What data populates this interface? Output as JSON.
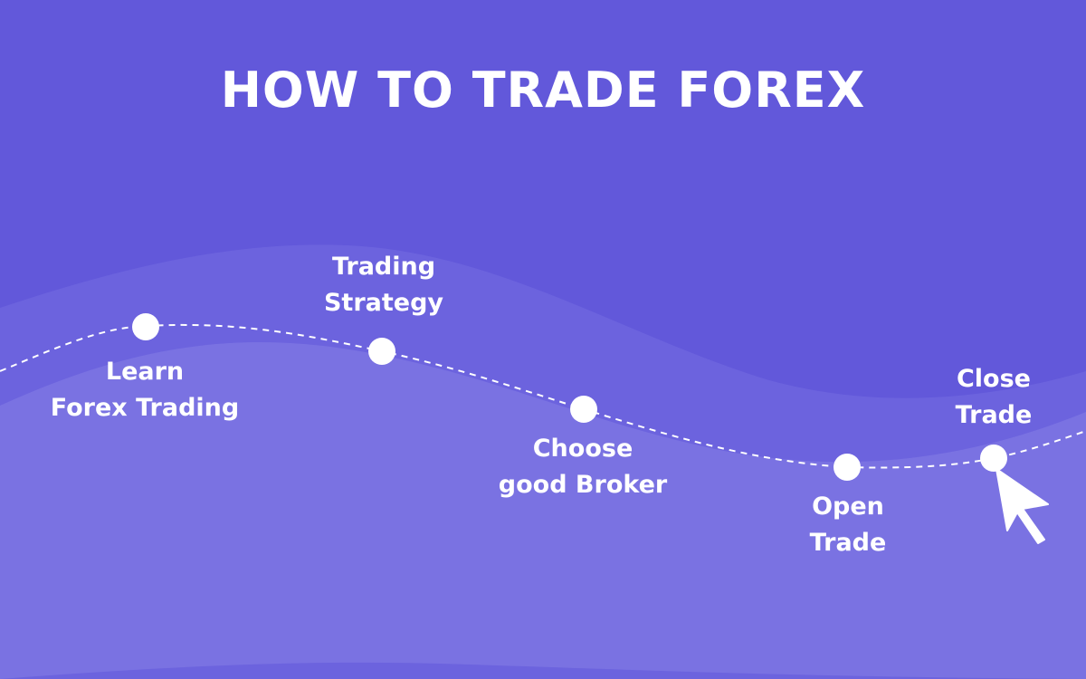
{
  "title": "HOW TO TRADE FOREX",
  "colors": {
    "background": "#6258DA",
    "wave_back": "#6C63DE",
    "wave_front": "#7A72E2",
    "foreground": "#FFFFFF"
  },
  "steps": [
    {
      "line1": "Learn",
      "line2": "Forex Trading"
    },
    {
      "line1": "Trading",
      "line2": "Strategy"
    },
    {
      "line1": "Choose",
      "line2": "good Broker"
    },
    {
      "line1": "Open",
      "line2": "Trade"
    },
    {
      "line1": "Close",
      "line2": "Trade"
    }
  ],
  "cursor_icon": "mouse-pointer-icon"
}
